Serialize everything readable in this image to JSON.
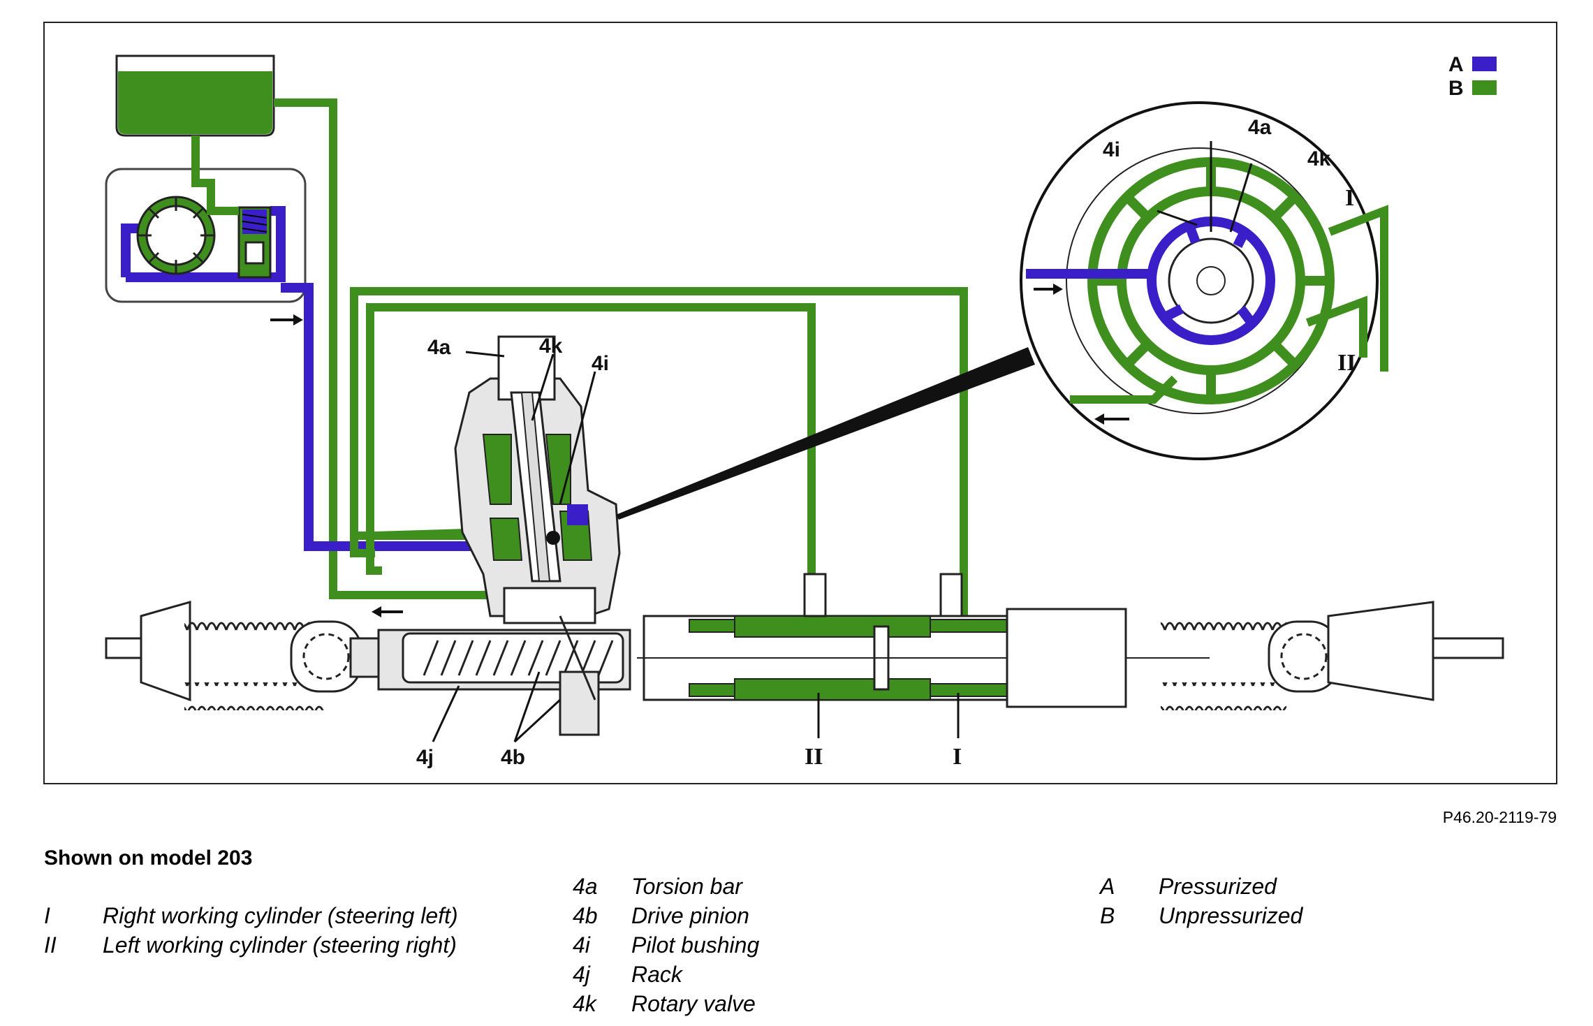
{
  "diagram": {
    "labels": {
      "4a": "4a",
      "4k": "4k",
      "4i": "4i",
      "4j": "4j",
      "4b": "4b",
      "II": "II",
      "I": "I",
      "detail_4i": "4i",
      "detail_4a": "4a",
      "detail_4k": "4k",
      "detail_I": "I",
      "detail_II": "II"
    },
    "color_key": [
      {
        "key": "A",
        "color": "#3a1fc8"
      },
      {
        "key": "B",
        "color": "#3f8f1e"
      }
    ],
    "colors": {
      "pressurized": "#3a1fc8",
      "unpressurized": "#3f8f1e",
      "housing": "#e6e6e6",
      "outline": "#222222"
    }
  },
  "reference": "P46.20-2119-79",
  "caption": "Shown on model 203",
  "legend": {
    "cylinders": [
      {
        "key": "I",
        "text": "Right working cylinder (steering left)"
      },
      {
        "key": "II",
        "text": "Left working cylinder (steering right)"
      }
    ],
    "components": [
      {
        "key": "4a",
        "text": "Torsion bar"
      },
      {
        "key": "4b",
        "text": "Drive pinion"
      },
      {
        "key": "4i",
        "text": "Pilot bushing"
      },
      {
        "key": "4j",
        "text": "Rack"
      },
      {
        "key": "4k",
        "text": "Rotary valve"
      }
    ],
    "states": [
      {
        "key": "A",
        "text": "Pressurized"
      },
      {
        "key": "B",
        "text": "Unpressurized"
      }
    ]
  }
}
